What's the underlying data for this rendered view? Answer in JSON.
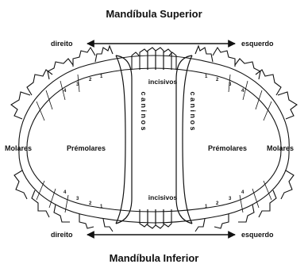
{
  "diagram": {
    "title_top": "Mandíbula Superior",
    "title_bottom": "Mandíbula Inferior",
    "arrow_top_left": "direito",
    "arrow_top_right": "esquerdo",
    "arrow_bottom_left": "direito",
    "arrow_bottom_right": "esquerdo",
    "incisors_top": "incisivos",
    "incisors_bottom": "incisivos",
    "canines_left": "c a n i n o s",
    "canines_right": "c a n i n o s",
    "molars_left": "Molares",
    "premolars_left": "Prémolares",
    "premolars_right": "Prémolares",
    "molars_right": "Molares",
    "tooth_numbers": [
      "1",
      "2",
      "3",
      "4",
      "1",
      "2",
      "3",
      "4",
      "1",
      "2",
      "3",
      "4",
      "1",
      "2",
      "3",
      "4"
    ]
  }
}
